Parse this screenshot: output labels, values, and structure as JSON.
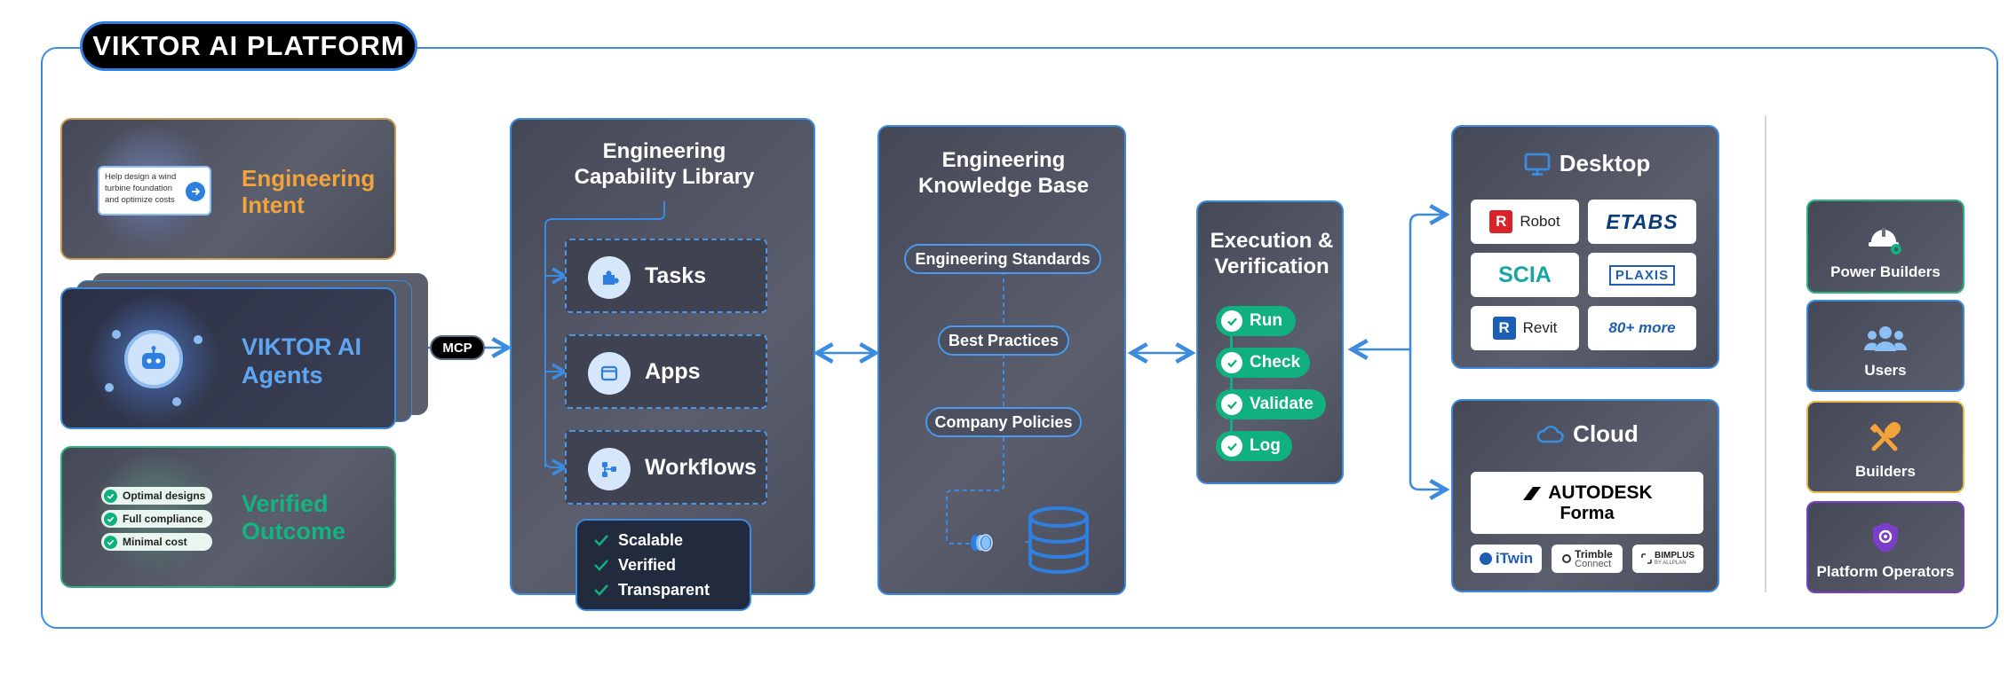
{
  "platform_title": "VIKTOR AI PLATFORM",
  "colors": {
    "accent_blue": "#3b8be0",
    "orange": "#f2a33a",
    "green": "#11b07f",
    "panel": "#4f5260",
    "purple": "#7a3ec8",
    "gold": "#e9b84a"
  },
  "intent": {
    "prompt_text": "Help design a wind turbine foundation and optimize costs",
    "label_line1": "Engineering",
    "label_line2": "Intent"
  },
  "agents": {
    "label_line1": "VIKTOR AI",
    "label_line2": "Agents",
    "icon": "robot-icon"
  },
  "mcp_label": "MCP",
  "outcome": {
    "chips": [
      "Optimal designs",
      "Full compliance",
      "Minimal cost"
    ],
    "label_line1": "Verified",
    "label_line2": "Outcome"
  },
  "capability_library": {
    "title_line1": "Engineering",
    "title_line2": "Capability Library",
    "items": [
      {
        "label": "Tasks",
        "icon": "puzzle-icon"
      },
      {
        "label": "Apps",
        "icon": "window-icon"
      },
      {
        "label": "Workflows",
        "icon": "workflow-icon"
      }
    ],
    "qualities": [
      "Scalable",
      "Verified",
      "Transparent"
    ]
  },
  "knowledge_base": {
    "title_line1": "Engineering",
    "title_line2": "Knowledge Base",
    "items": [
      "Engineering Standards",
      "Best Practices",
      "Company Policies"
    ],
    "icon": "database-icon"
  },
  "execution": {
    "title_line1": "Execution &",
    "title_line2": "Verification",
    "steps": [
      "Run",
      "Check",
      "Validate",
      "Log"
    ]
  },
  "desktop": {
    "title": "Desktop",
    "tools": [
      "Robot",
      "ETABS",
      "SCIA",
      "PLAXIS",
      "Revit",
      "80+ more"
    ]
  },
  "cloud": {
    "title": "Cloud",
    "main_tool_line1": "AUTODESK",
    "main_tool_line2": "Forma",
    "tools": [
      "iTwin",
      "Trimble",
      "Connect",
      "BIMPLUS",
      "BY ALLPLAN"
    ]
  },
  "roles": [
    "Power Builders",
    "Users",
    "Builders",
    "Platform Operators"
  ]
}
